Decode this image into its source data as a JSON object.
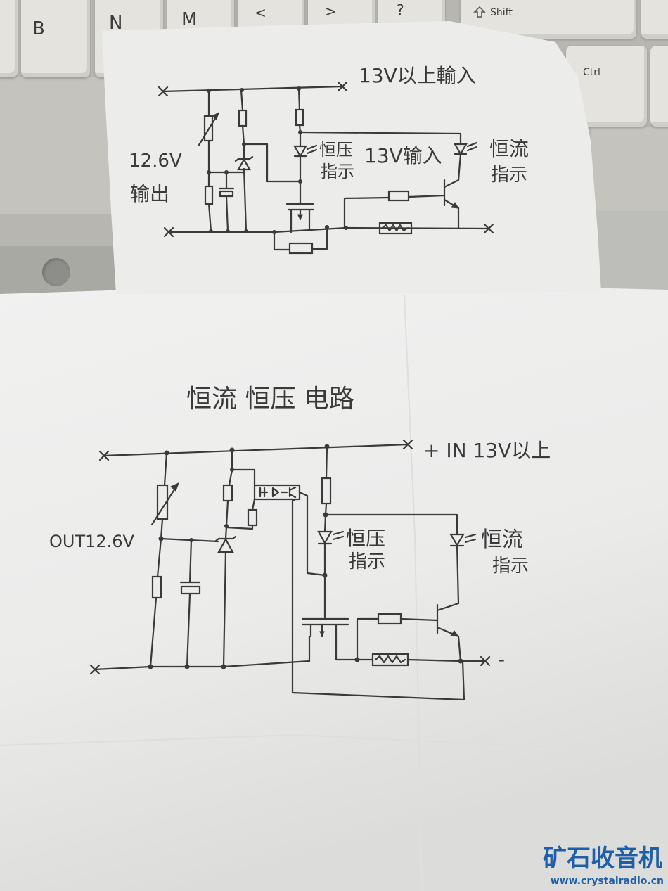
{
  "keyboard": {
    "key_b": "B",
    "key_n": "N",
    "key_m": "M",
    "key_comma": "<",
    "key_period": ">",
    "key_slash_top": "?",
    "key_slash_bottom": "/",
    "key_shift": "Shift",
    "key_ctrl": "Ctrl",
    "shift_icon": "shift-arrow-icon"
  },
  "top_sketch": {
    "input_label": "13V以上輸入",
    "output_voltage": "12.6V",
    "output_label": "输出",
    "cv_indicator_line1": "恒压",
    "cv_indicator_line2": "指示",
    "mid_input_label": "13V输入",
    "cc_indicator_line1": "恒流",
    "cc_indicator_line2": "指示"
  },
  "bottom_sketch": {
    "title": "恒流 恒压 电路",
    "input_label": "+ IN 13V以上",
    "output_label": "OUT12.6V",
    "cv_indicator_line1": "恒压",
    "cv_indicator_line2": "指示",
    "cc_indicator_line1": "恒流",
    "cc_indicator_line2": "指示",
    "negative_label": "-"
  },
  "watermark": {
    "name": "矿石收音机",
    "url": "www.crystalradio.cn",
    "color": "#1e5fa8"
  },
  "colors": {
    "ink": "#3a3a3a",
    "paper": "#ececeb",
    "keyboard": "#c4c3bd"
  }
}
